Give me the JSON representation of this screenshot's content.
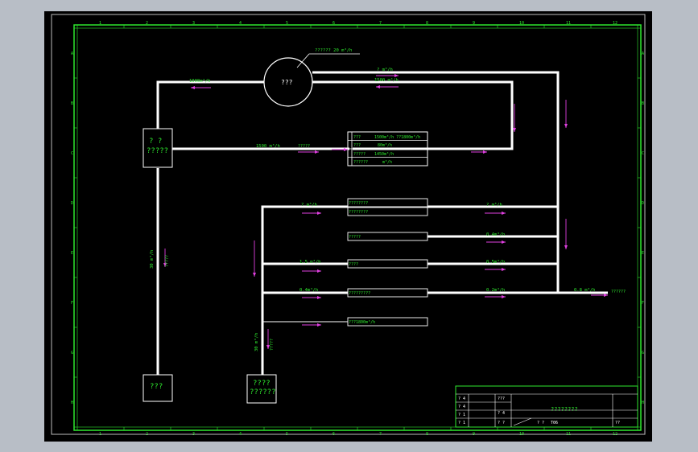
{
  "ruler": {
    "top": [
      "1",
      "2",
      "3",
      "4",
      "5",
      "6",
      "7",
      "8",
      "9",
      "10",
      "11",
      "12"
    ],
    "left": [
      "A",
      "B",
      "C",
      "D",
      "E",
      "F",
      "G",
      "H"
    ]
  },
  "nodes": {
    "circle_label": "???",
    "circle_callout": "?????? 20 m³/h",
    "box_left_top": [
      "? ?",
      "?????"
    ],
    "box_left_bottom": "???",
    "box_mid_bottom": [
      "????",
      "??????"
    ]
  },
  "flows": {
    "top_left": "1000m³/h",
    "top_right_1": "? m³/h",
    "top_right_2": "1500 m³/h",
    "mid_main": "1500 m³/h",
    "mid_main_tag": "?????",
    "vert_left": "30 m³/h",
    "vert_left_tag": "?????",
    "vert_mid": "30 m³/h",
    "vert_mid_tag": "?????",
    "branch1_left": "? m³/h",
    "branch1_right": "? m³/h",
    "branch3_right": "0.4m³/h",
    "branch4_left": "1.5 m³/h",
    "branch4_right": "0.5m³/h",
    "branch5_left": "0.4m³/h",
    "branch5_right": "0.2m³/h",
    "outlet": "0.8 m³/h",
    "outlet_tag": "??????"
  },
  "table": {
    "rows": [
      {
        "a": "???",
        "b": "1500m³/h    ??1800m³/h"
      },
      {
        "a": "???",
        "b": "80m³/h"
      },
      {
        "a": "?????",
        "b": "1450m³/h"
      },
      {
        "a": "??????",
        "b": "m³/h"
      }
    ]
  },
  "branches": [
    "????????",
    "????????",
    "?????",
    "????",
    "?????????",
    "???1800m³/h"
  ],
  "titleblock": {
    "title": "????????",
    "r1": [
      "? 4",
      "",
      "???"
    ],
    "r2": [
      "? 4",
      "? 4"
    ],
    "r3": [
      "? 1",
      ""
    ],
    "r4": [
      "? 1",
      "? ?",
      "? ?",
      "T06",
      "??"
    ]
  }
}
